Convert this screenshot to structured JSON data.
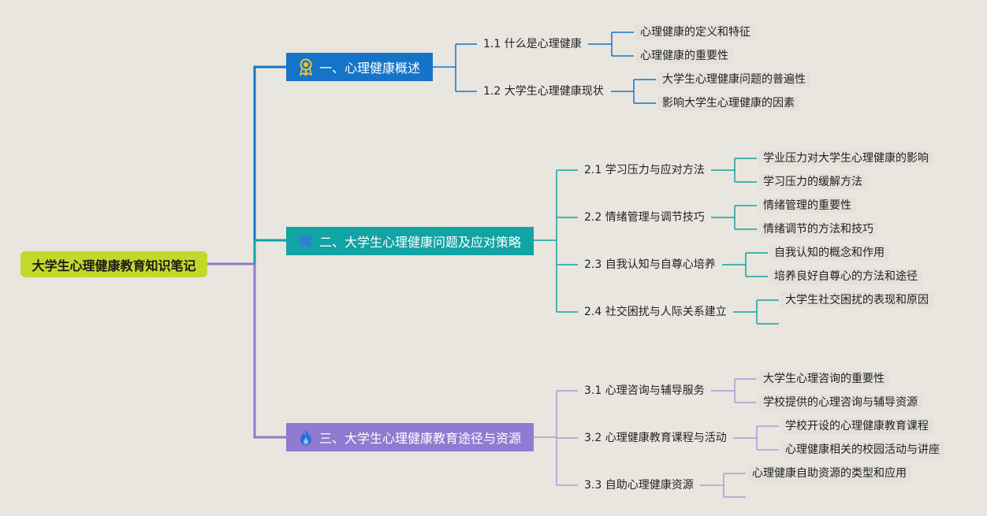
{
  "root": {
    "label": "大学生心理健康教育知识笔记"
  },
  "branches": [
    {
      "label": "一、心理健康概述",
      "icon": "award-ribbon-icon",
      "color": "#1674c8",
      "subs": [
        {
          "label": "1.1 什么是心理健康",
          "leaves": [
            "心理健康的定义和特征",
            "心理健康的重要性"
          ]
        },
        {
          "label": "1.2 大学生心理健康现状",
          "leaves": [
            "大学生心理健康问题的普遍性",
            "影响大学生心理健康的因素"
          ]
        }
      ]
    },
    {
      "label": "二、大学生心理健康问题及应对策略",
      "icon": "puzzle-piece-icon",
      "color": "#12a3a4",
      "subs": [
        {
          "label": "2.1 学习压力与应对方法",
          "leaves": [
            "学业压力对大学生心理健康的影响",
            "学习压力的缓解方法"
          ]
        },
        {
          "label": "2.2 情绪管理与调节技巧",
          "leaves": [
            "情绪管理的重要性",
            "情绪调节的方法和技巧"
          ]
        },
        {
          "label": "2.3 自我认知与自尊心培养",
          "leaves": [
            "自我认知的概念和作用",
            "培养良好自尊心的方法和途径"
          ]
        },
        {
          "label": "2.4 社交困扰与人际关系建立",
          "leaves": [
            "大学生社交困扰的表现和原因",
            ""
          ]
        }
      ]
    },
    {
      "label": "三、大学生心理健康教育途径与资源",
      "icon": "flame-icon",
      "color": "#8f7bd0",
      "subs": [
        {
          "label": "3.1 心理咨询与辅导服务",
          "leaves": [
            "大学生心理咨询的重要性",
            "学校提供的心理咨询与辅导资源"
          ]
        },
        {
          "label": "3.2 心理健康教育课程与活动",
          "leaves": [
            "学校开设的心理健康教育课程",
            "心理健康相关的校园活动与讲座"
          ]
        },
        {
          "label": "3.3 自助心理健康资源",
          "leaves": [
            "心理健康自助资源的类型和应用",
            ""
          ]
        }
      ]
    }
  ],
  "root_color": "#c3d82a"
}
